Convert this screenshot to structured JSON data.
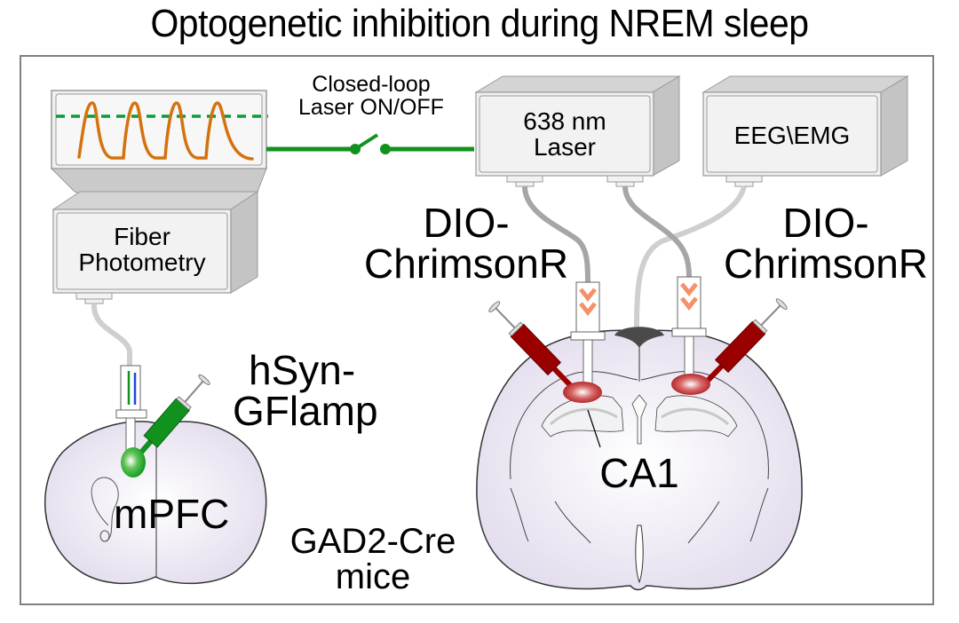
{
  "title": "Optogenetic inhibition during NREM sleep",
  "devices": {
    "photometry_monitor": {
      "signal_color": "#d4720e",
      "threshold_color": "#0d9a3a"
    },
    "fiber_photometry": {
      "line1": "Fiber",
      "line2": "Photometry"
    },
    "laser": {
      "line1": "638 nm",
      "line2": "Laser"
    },
    "eeg_emg": {
      "label": "EEG\\EMG"
    }
  },
  "switch": {
    "line1": "Closed-loop",
    "line2": "Laser ON/OFF",
    "state": "open",
    "color": "#0d9a3a"
  },
  "labels": {
    "hsyn_line1": "hSyn-",
    "hsyn_line2": "GFlamp",
    "dio_left_line1": "DIO-",
    "dio_left_line2": "ChrimsonR",
    "dio_right_line1": "DIO-",
    "dio_right_line2": "ChrimsonR",
    "mpfc": "mPFC",
    "ca1": "CA1",
    "mice_line1": "GAD2-Cre",
    "mice_line2": "mice"
  },
  "colors": {
    "brain_fill": "#e6e0ee",
    "device_face": "#f0f0f0",
    "device_side": "#c8c8c8",
    "green_syringe": "#11921e",
    "red_syringe": "#9b0000",
    "fiber_chevron": "#f4916a",
    "cable_dark": "#a6a6a6",
    "cable_light": "#cfcfcf"
  }
}
